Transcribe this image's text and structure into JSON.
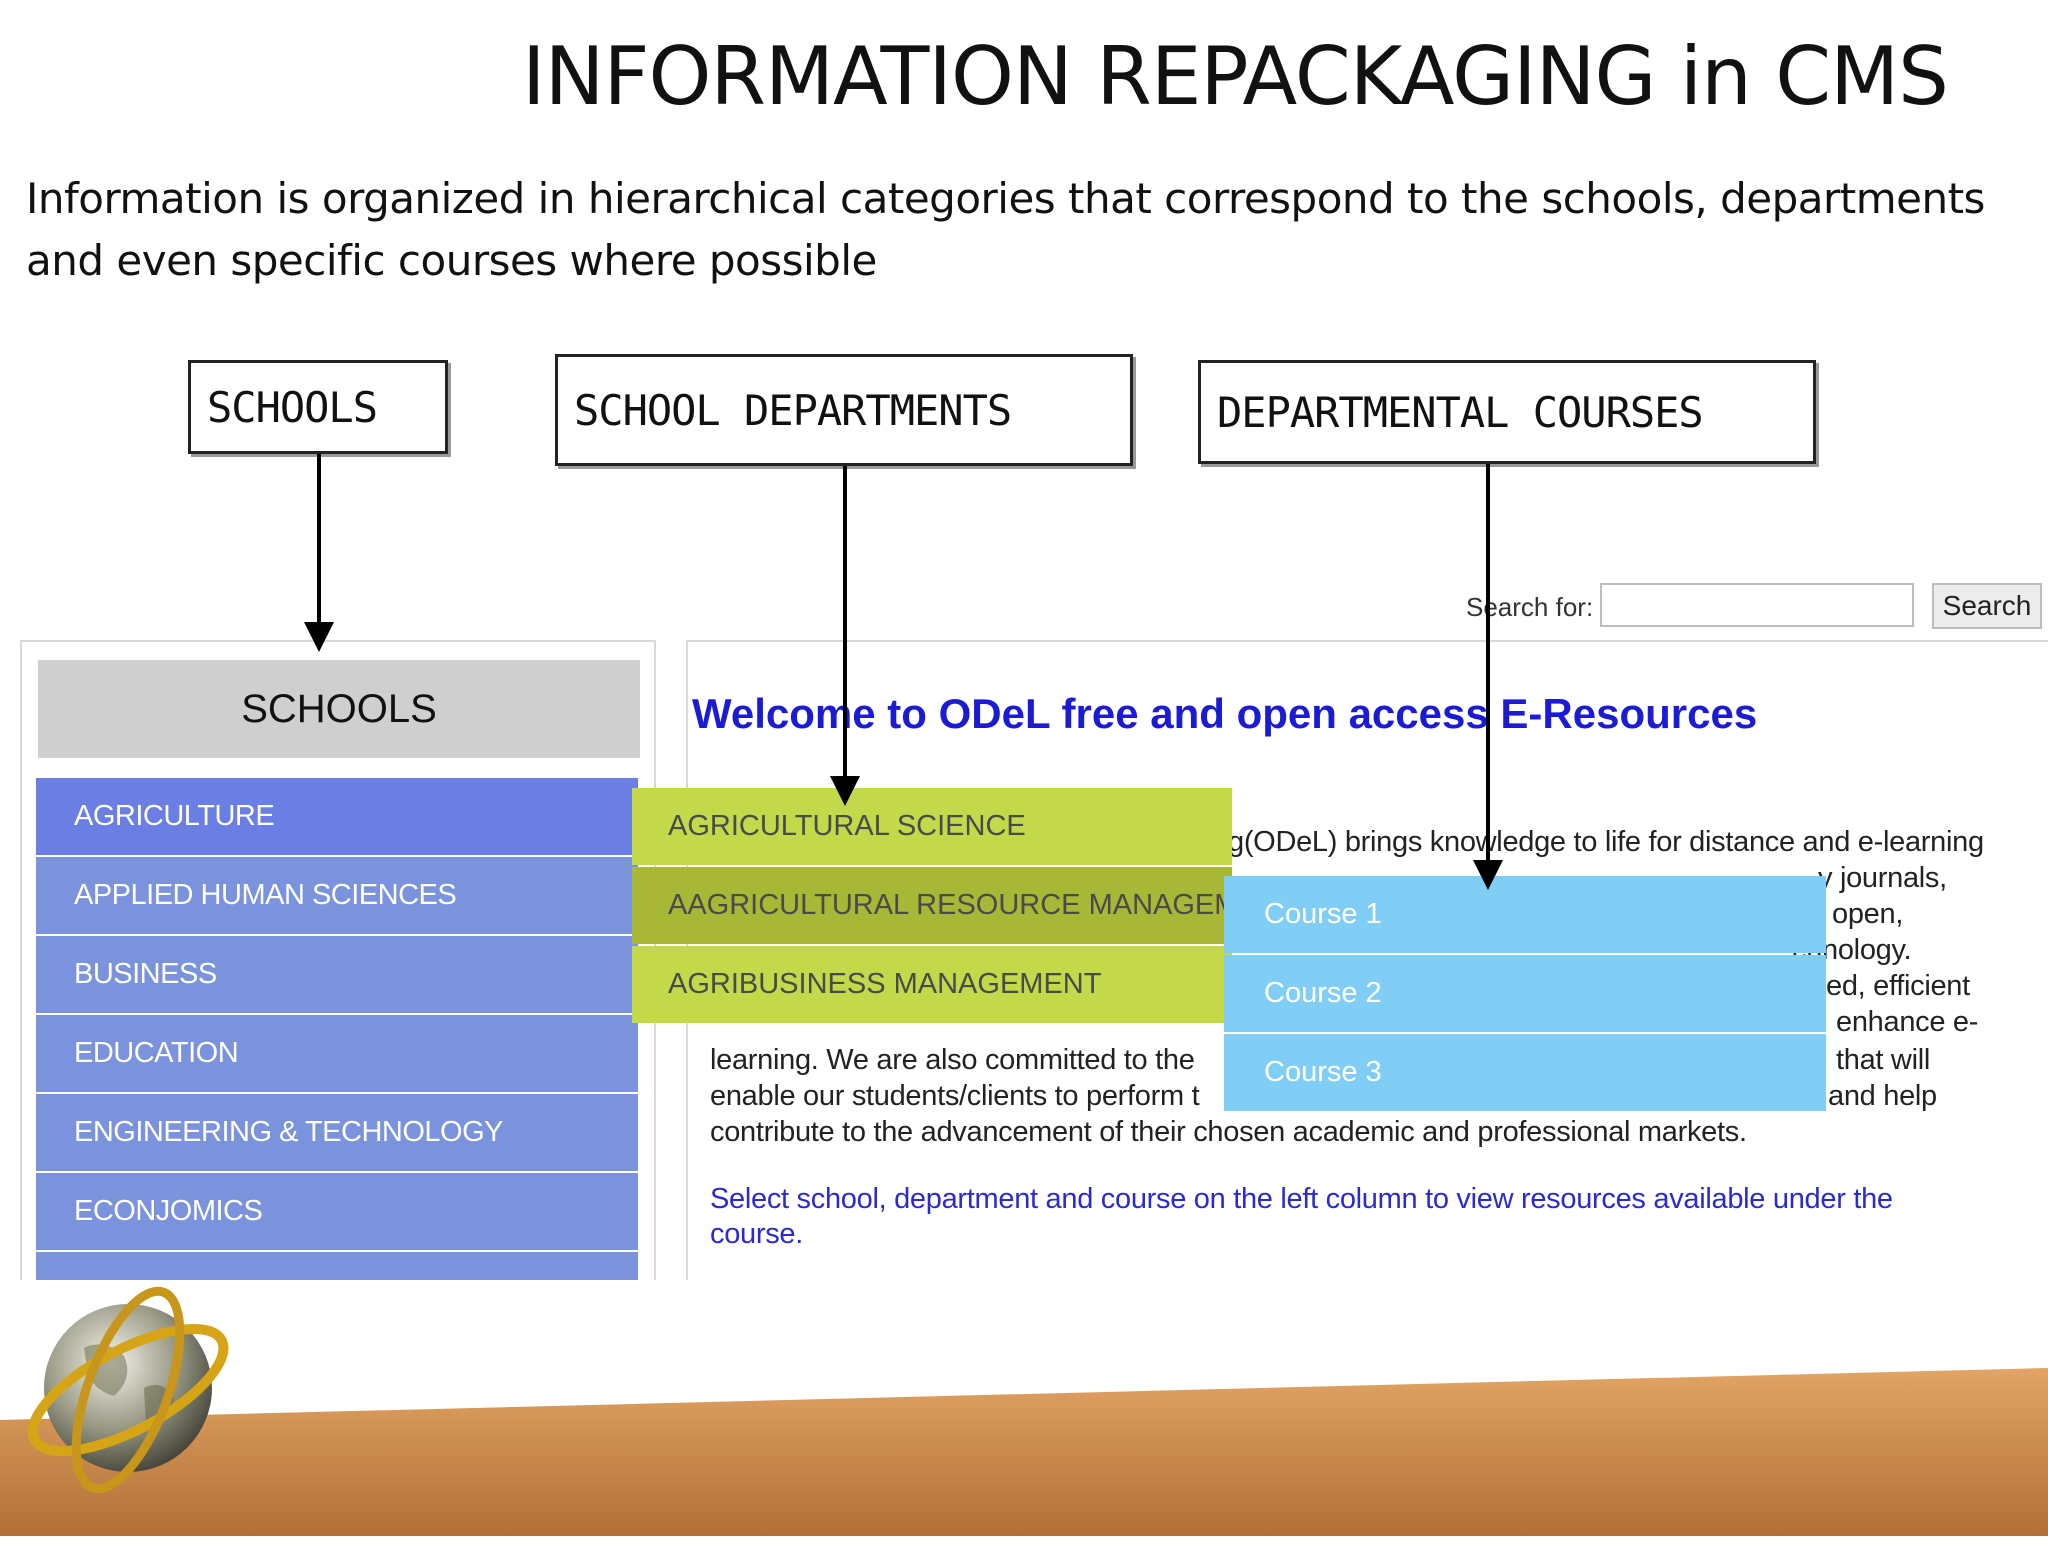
{
  "slide": {
    "title": "INFORMATION REPACKAGING in CMS",
    "body_line1": "Information is organized in hierarchical categories that correspond to the schools, departments",
    "body_line2": "and even specific courses where possible"
  },
  "callouts": {
    "schools": "SCHOOLS",
    "departments": "SCHOOL DEPARTMENTS",
    "courses": "DEPARTMENTAL COURSES"
  },
  "search": {
    "label": "Search for:",
    "value": "",
    "button": "Search"
  },
  "sidebar": {
    "header": "SCHOOLS",
    "items": [
      {
        "label": "AGRICULTURE"
      },
      {
        "label": "APPLIED HUMAN SCIENCES"
      },
      {
        "label": "BUSINESS"
      },
      {
        "label": "EDUCATION"
      },
      {
        "label": "ENGINEERING & TECHNOLOGY"
      },
      {
        "label": "ECONJOMICS"
      }
    ]
  },
  "departments": {
    "items": [
      {
        "label": "AGRICULTURAL SCIENCE"
      },
      {
        "label": "AAGRICULTURAL RESOURCE MANAGEMENT"
      },
      {
        "label": "AGRIBUSINESS MANAGEMENT"
      }
    ]
  },
  "courses": {
    "items": [
      {
        "label": "Course 1"
      },
      {
        "label": "Course 2"
      },
      {
        "label": "Course 3"
      }
    ]
  },
  "main": {
    "welcome": "Welcome to ODeL free and open access E-Resources",
    "line1": "g(ODeL) brings knowledge to life for distance and e-learning",
    "line2": "y journals,",
    "line3": "open,",
    "line4": "chnology.",
    "line5": "ed, efficient",
    "line6": "enhance e-",
    "line7a": "learning. We are also committed to the",
    "line7b": "that will",
    "line8a": "enable our students/clients to perform t",
    "line8b": "and help",
    "line9": "contribute to the advancement of their chosen academic and professional markets.",
    "instruction1": "Select school, department and course on the left column to view resources available under the",
    "instruction2": "course."
  },
  "colors": {
    "school_item": "#7b93dc",
    "school_active": "#6a7ee4",
    "department_item": "#c3d94a",
    "department_active": "#a9b736",
    "course_item": "#80cdf6",
    "welcome_text": "#1b1bd6",
    "floor": "#c98a4e"
  },
  "icons": [
    "globe-logo"
  ]
}
